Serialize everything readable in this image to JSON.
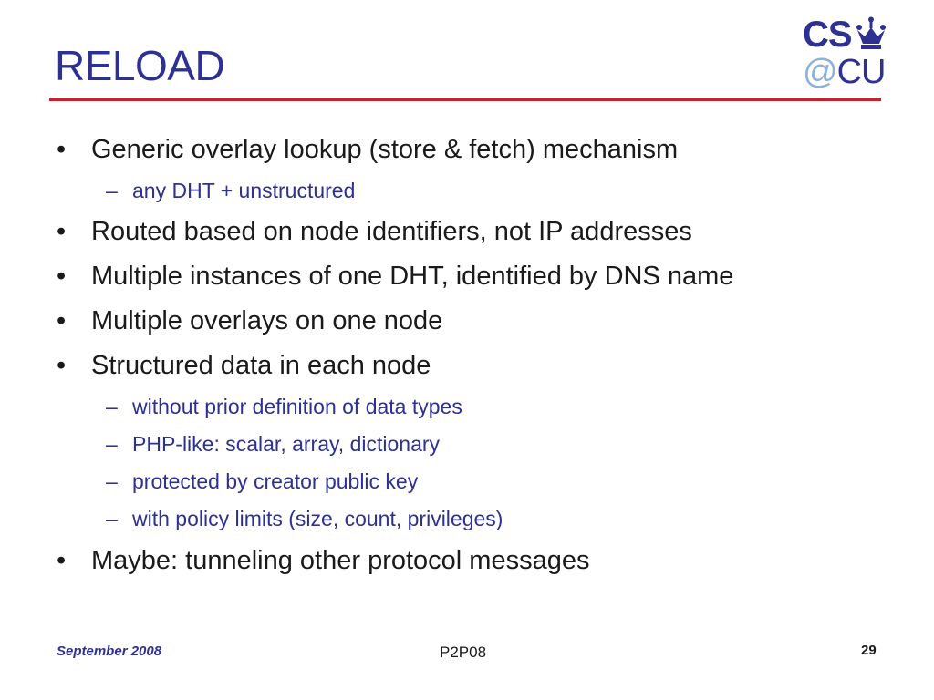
{
  "slide": {
    "title": "RELOAD",
    "logo": {
      "line1": "CS",
      "line2_at": "@",
      "line2_text": "CU"
    },
    "bullets": [
      {
        "text": "Generic overlay lookup (store & fetch) mechanism"
      },
      {
        "text": "Routed based on node identifiers, not IP addresses"
      },
      {
        "text": "Multiple instances of one DHT, identified by DNS name"
      },
      {
        "text": "Multiple overlays on one node"
      },
      {
        "text": "Structured data in each node"
      },
      {
        "text": "Maybe: tunneling other protocol messages"
      }
    ],
    "subbullets": [
      {
        "text": "any DHT + unstructured"
      },
      {
        "text": "without prior definition of data types"
      },
      {
        "text": "PHP-like: scalar, array, dictionary"
      },
      {
        "text": "protected by creator public key"
      },
      {
        "text": "with policy limits (size, count, privileges)"
      }
    ],
    "bullet_glyph": "•",
    "dash_glyph": "–",
    "footer": {
      "date": "September 2008",
      "center": "P2P08",
      "page": "29"
    },
    "colors": {
      "title": "#2e3192",
      "rule": "#c8202f",
      "subtext": "#2e3192",
      "body": "#1a1a1a"
    }
  }
}
